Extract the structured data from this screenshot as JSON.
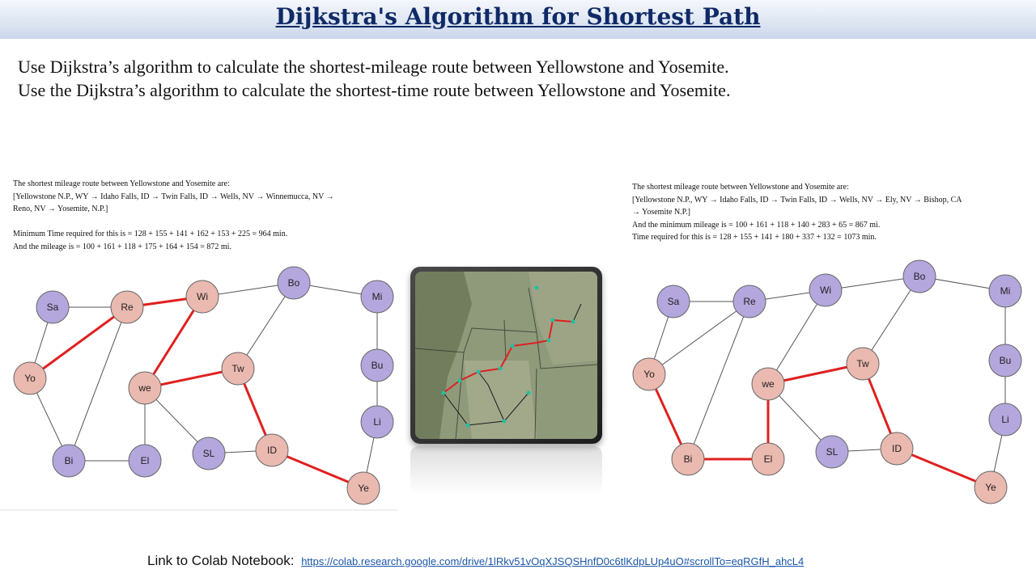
{
  "title": "Dijkstra's Algorithm for Shortest Path",
  "intro": [
    "Use Dijkstra’s algorithm to calculate the shortest-mileage route between Yellowstone and Yosemite.",
    "Use the Dijkstra’s algorithm to calculate the shortest-time route between Yellowstone and Yosemite."
  ],
  "left_panel": {
    "lines": [
      "The shortest mileage route between Yellowstone and Yosemite are:",
      "[Yellowstone N.P., WY →  Idaho Falls, ID → Twin Falls, ID →  Wells, NV →  Winnemucca, NV →",
      "Reno, NV → Yosemite, N.P.]",
      "",
      "Minimum Time required for this is = 128 + 155 + 141 + 162 + 153 + 225  = 964 min.",
      "And the mileage is = 100 + 161 + 118 + 175 + 164 + 154  = 872 mi."
    ]
  },
  "right_panel": {
    "lines": [
      "The shortest mileage route between Yellowstone and Yosemite are:",
      "[Yellowstone N.P., WY →  Idaho Falls, ID → Twin Falls, ID →  Wells, NV →  Ely, NV → Bishop, CA",
      "→ Yosemite N.P.]",
      "And the minimum mileage is = 100 + 161 + 118 + 140 + 283 + 65 = 867 mi.",
      "Time required for this is = 128 + 155 + 141 + 180 + 337 + 132 = 1073 min."
    ]
  },
  "node_labels": {
    "Sa": "Sa",
    "Re": "Re",
    "Wi": "Wi",
    "Bo": "Bo",
    "Mi": "Mi",
    "Yo": "Yo",
    "we": "we",
    "Tw": "Tw",
    "Bu": "Bu",
    "Li": "Li",
    "Bi": "Bi",
    "El": "El",
    "SL": "SL",
    "ID": "ID",
    "Ye": "Ye"
  },
  "colors": {
    "title": "#0f2a66",
    "node_purple": "#b4a7dd",
    "node_pink": "#eab9b0",
    "path_red": "#e02020",
    "edge_gray": "#555555",
    "link": "#1a56a8"
  },
  "map_image_label": "Route map of western US (Yellowstone to Yosemite)",
  "footer": {
    "label": "Link to Colab Notebook:",
    "url": "https://colab.research.google.com/drive/1lRkv51vOqXJSQSHnfD0c6tlKdpLUp4uO#scrollTo=eqRGfH_ahcL4"
  }
}
